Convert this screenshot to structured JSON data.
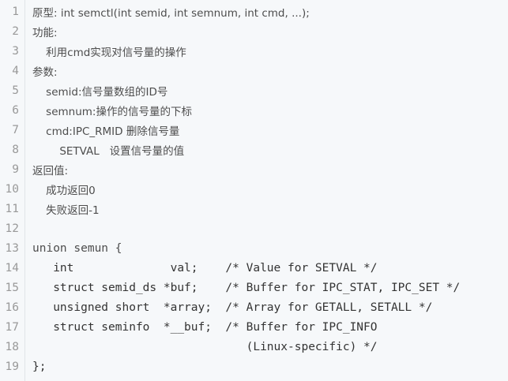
{
  "editor": {
    "colors": {
      "background": "#f6f8fa",
      "line_number": "#999999",
      "text": "#4d4d4d"
    },
    "lines": [
      {
        "n": "1",
        "text": "原型: int semctl(int semid, int semnum, int cmd, ...);"
      },
      {
        "n": "2",
        "text": "功能:"
      },
      {
        "n": "3",
        "text": "    利用cmd实现对信号量的操作"
      },
      {
        "n": "4",
        "text": "参数:"
      },
      {
        "n": "5",
        "text": "    semid:信号量数组的ID号"
      },
      {
        "n": "6",
        "text": "    semnum:操作的信号量的下标"
      },
      {
        "n": "7",
        "text": "    cmd:IPC_RMID 删除信号量"
      },
      {
        "n": "8",
        "text": "        SETVAL   设置信号量的值"
      },
      {
        "n": "9",
        "text": "返回值:"
      },
      {
        "n": "10",
        "text": "    成功返回0"
      },
      {
        "n": "11",
        "text": "    失败返回-1"
      },
      {
        "n": "12",
        "text": ""
      },
      {
        "n": "13",
        "text": "union semun {"
      },
      {
        "n": "14",
        "text": "   int              val;    /* Value for SETVAL */"
      },
      {
        "n": "15",
        "text": "   struct semid_ds *buf;    /* Buffer for IPC_STAT, IPC_SET */"
      },
      {
        "n": "16",
        "text": "   unsigned short  *array;  /* Array for GETALL, SETALL */"
      },
      {
        "n": "17",
        "text": "   struct seminfo  *__buf;  /* Buffer for IPC_INFO"
      },
      {
        "n": "18",
        "text": "                               (Linux-specific) */"
      },
      {
        "n": "19",
        "text": "};"
      }
    ]
  }
}
